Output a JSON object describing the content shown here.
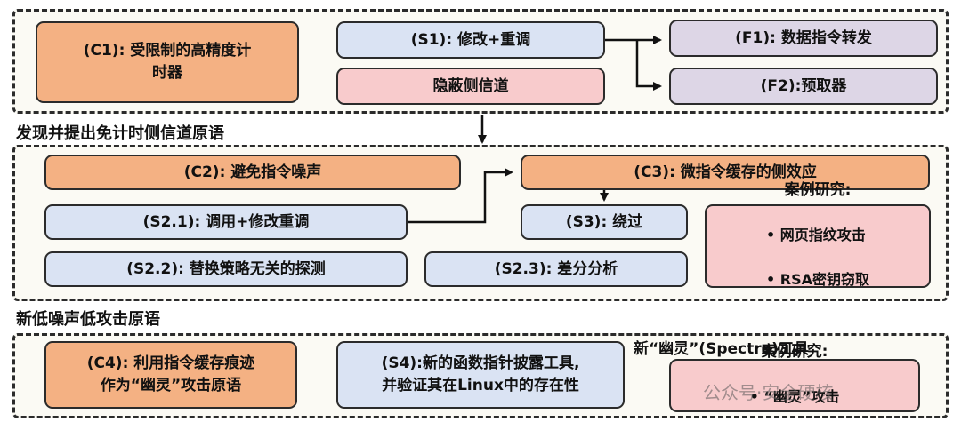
{
  "section1": {
    "c1": "(C1): 受限制的高精度计\n时器",
    "s1": "(S1): 修改+重调",
    "hidden_channel": "隐蔽侧信道",
    "f1": "(F1): 数据指令转发",
    "f2": "(F2):预取器"
  },
  "label1": "发现并提出免计时侧信道原语",
  "section2": {
    "c2": "(C2):  避免指令噪声",
    "c3": "(C3): 微指令缓存的侧效应",
    "s2_1": "(S2.1):  调用+修改重调",
    "s3": "(S3): 绕过",
    "s2_2": "(S2.2): 替换策略无关的探测",
    "s2_3": "(S2.3): 差分分析",
    "case": {
      "title": "案例研究:",
      "items": [
        "网页指纹攻击",
        "RSA密钥窃取"
      ]
    }
  },
  "label2": "新低噪声低攻击原语",
  "section3": {
    "c4": "(C4): 利用指令缓存痕迹\n作为“幽灵”攻击原语",
    "s4": "(S4):新的函数指针披露工具,\n并验证其在Linux中的存在性",
    "tool_label": "新“幽灵”(Spectre)工具",
    "case": {
      "title": "案例研究:",
      "items": [
        "“幽灵”攻击"
      ]
    }
  },
  "watermark": "公众号·安全硬核",
  "colors": {
    "orange": "#f4b183",
    "blue": "#dae3f3",
    "pink": "#f8cbcc",
    "purple": "#ddd6e6"
  }
}
